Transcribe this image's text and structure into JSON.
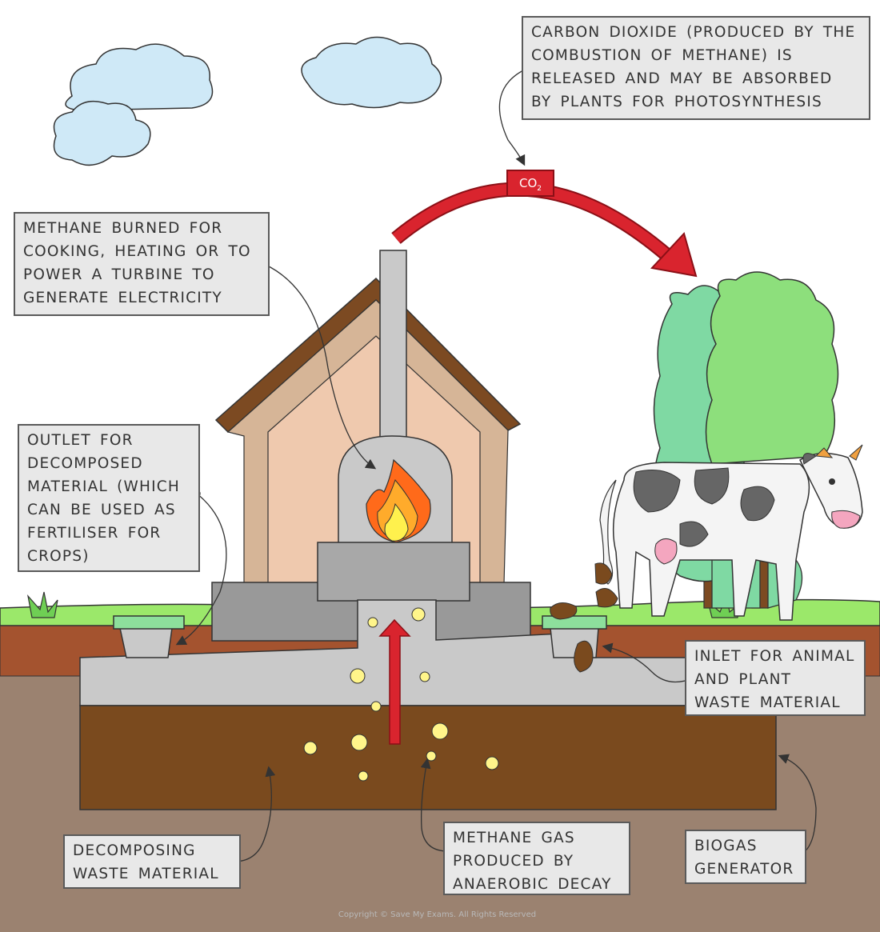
{
  "labels": {
    "co2": [
      "CARBON DIOXIDE (PRODUCED BY THE",
      "COMBUSTION OF METHANE) IS",
      "RELEASED AND MAY BE ABSORBED",
      "BY PLANTS FOR PHOTOSYNTHESIS"
    ],
    "methane_burned": [
      "METHANE BURNED FOR",
      "COOKING, HEATING OR TO",
      "POWER A TURBINE TO",
      "GENERATE ELECTRICITY"
    ],
    "outlet": [
      "OUTLET FOR",
      "DECOMPOSED",
      "MATERIAL (WHICH",
      "CAN BE USED AS",
      "FERTILISER FOR",
      "CROPS)"
    ],
    "inlet": [
      "INLET FOR ANIMAL",
      "AND PLANT",
      "WASTE MATERIAL"
    ],
    "decomposing": [
      "DECOMPOSING",
      "WASTE MATERIAL"
    ],
    "methane_gas": [
      "METHANE GAS",
      "PRODUCED BY",
      "ANAEROBIC DECAY"
    ],
    "biogas": [
      "BIOGAS",
      "GENERATOR"
    ]
  },
  "co2_tag": {
    "main": "CO",
    "sub": "2"
  },
  "copyright": "Copyright © Save My Exams. All Rights Reserved",
  "colors": {
    "sky": "#ffffff",
    "cloud": "#cfe9f7",
    "grass": "#9be86a",
    "soil": "#a4532f",
    "deep_soil": "#9b8270",
    "tank_concrete": "#c9c9c9",
    "waste": "#7a4a1e",
    "arrow_red": "#d9242e",
    "label_bg": "#e8e8e8",
    "roof": "#7c4a22",
    "house_wall": "#efc9ae",
    "bubble": "#fff58a"
  }
}
